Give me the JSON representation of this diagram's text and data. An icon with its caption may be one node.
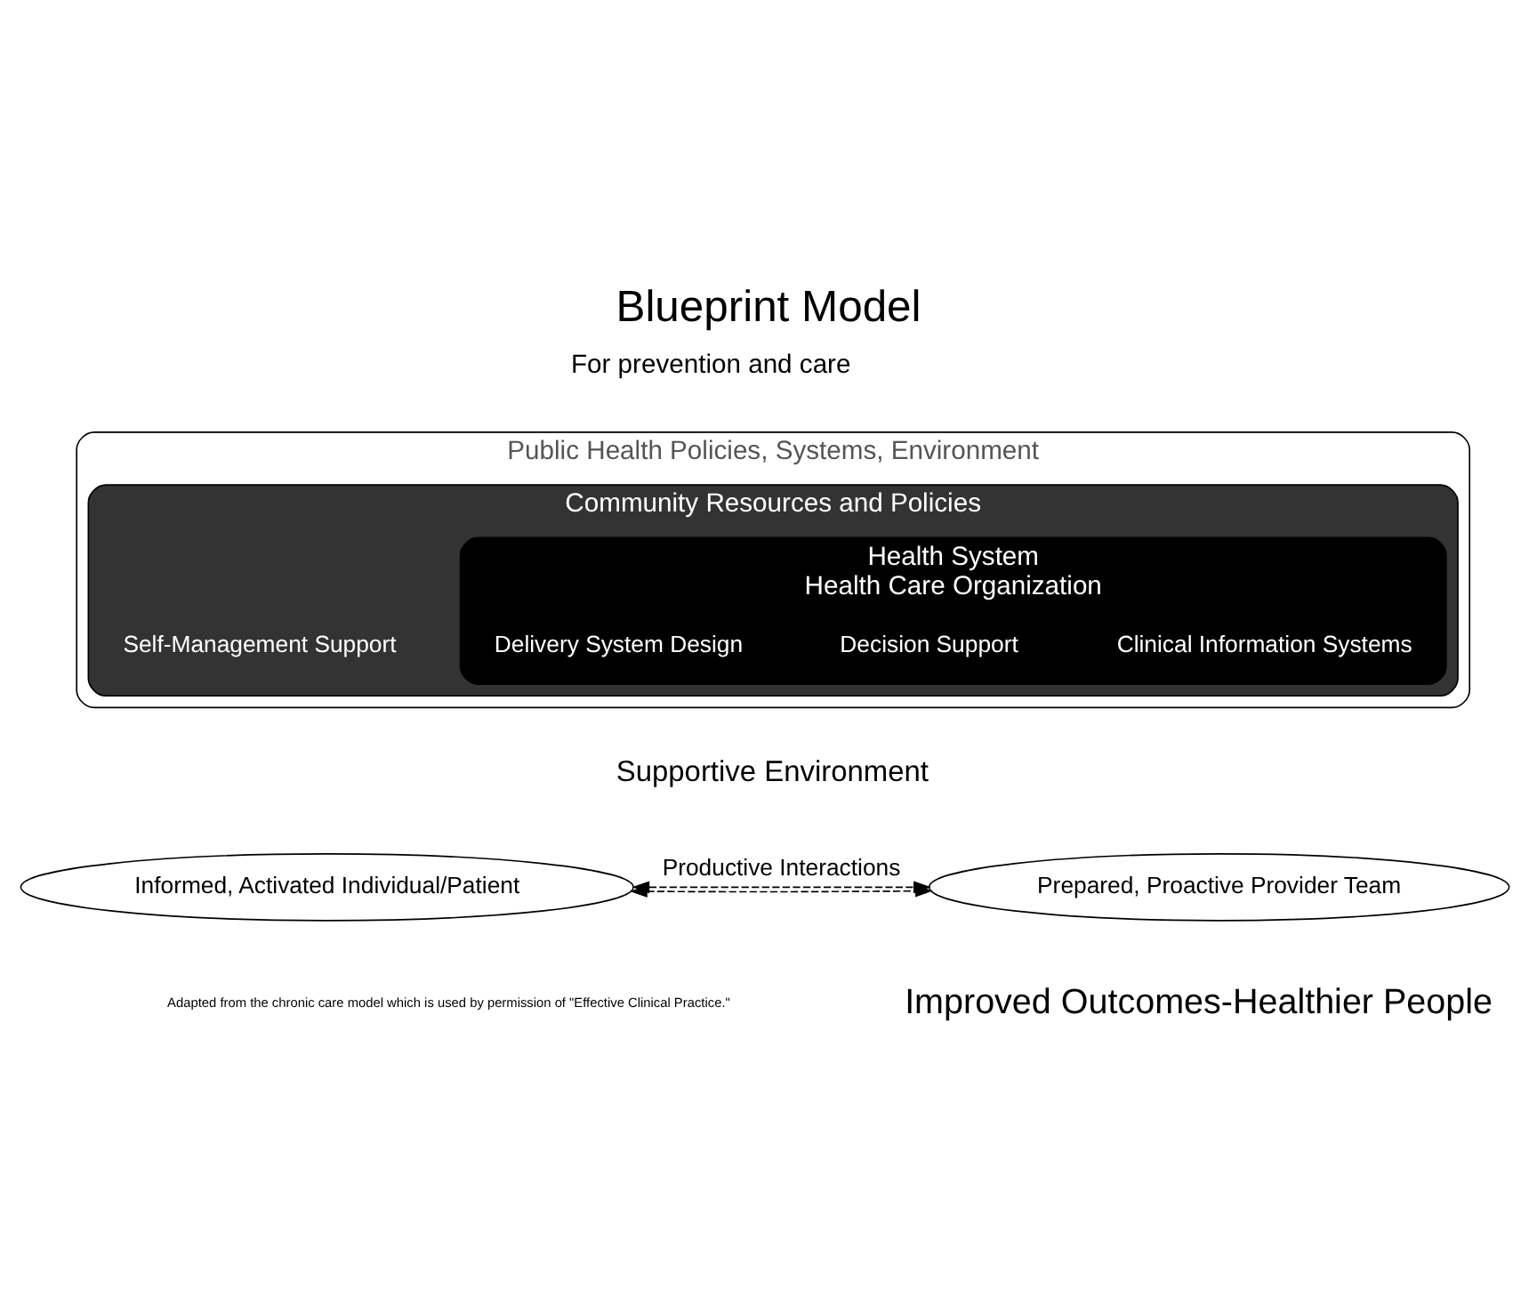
{
  "diagram": {
    "title": "Blueprint Model",
    "nodes": [
      {
        "text": [
          "Public Health Policies, Systems, Environment"
        ]
      },
      {
        "text": [
          "Community Resources and Policies"
        ],
        "in": 0
      },
      {
        "text": [
          "Self-Management Support"
        ],
        "in": 1
      },
      {
        "text": [
          "Health System",
          "Health Care Organization"
        ],
        "in": 1
      },
      {
        "text": [
          "Delivery System Design"
        ],
        "in": 3
      },
      {
        "text": [
          "Decision Support"
        ],
        "in": 3
      },
      {
        "text": [
          "Clinical Information Systems"
        ],
        "in": 3
      },
      {
        "text": [
          "Informed, Activated Individual/Patient"
        ]
      },
      {
        "text": [
          "Prepared, Proactive Provider Team"
        ]
      }
    ],
    "edges": [
      {
        "from": 7,
        "to": 8,
        "arrow": "both",
        "style": "dashed"
      },
      {
        "from": 7,
        "to": 8,
        "arrow": "both",
        "style": "dashed",
        "label": "Productive Interactions"
      }
    ],
    "labels": [
      "For prevention and care",
      "Supportive Environment",
      "Adapted from the chronic care model which is used by permission of \"Effective Clinical Practice.\"",
      "Improved Outcomes-Healthier People"
    ]
  }
}
